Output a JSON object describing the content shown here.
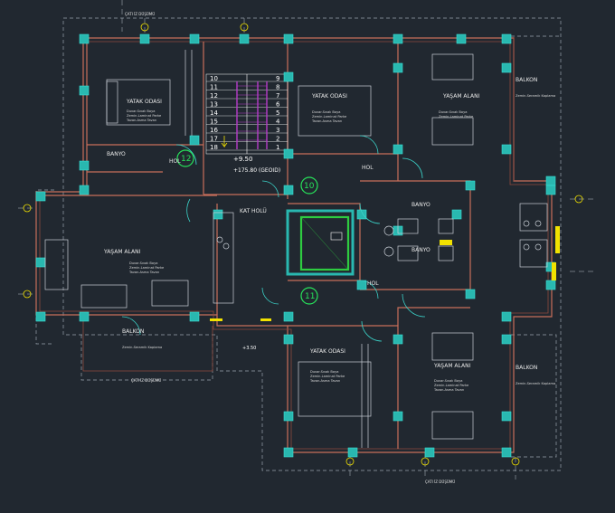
{
  "roof_label": "ÇATI İZ DÜŞÜMÜ",
  "rooms": {
    "yatak_odasi": "YATAK ODASI",
    "yasam_alani": "YAŞAM ALANI",
    "balkon": "BALKON",
    "banyo": "BANYO",
    "hol": "HOL",
    "kat_holu": "KAT HOLÜ"
  },
  "room_notes": {
    "finish_floor": "Duvar.Sıvalı Boya",
    "finish_wall": "Zemin.Laminat Parke",
    "finish_ceiling": "Tavan.Asma Tavan",
    "finish_tile": "Zemin.Seramik Kaplama"
  },
  "stair": {
    "left_numbers": [
      "10",
      "11",
      "12",
      "13",
      "14",
      "15",
      "16",
      "17",
      "18"
    ],
    "right_numbers": [
      "9",
      "8",
      "7",
      "6",
      "5",
      "4",
      "3",
      "2",
      "1"
    ]
  },
  "levels": {
    "level_1": "+9.50",
    "level_2": "+175.80 (GEOID)",
    "level_3": "+3.50"
  },
  "units": [
    "10",
    "11",
    "12"
  ],
  "colors": {
    "background": "#212830",
    "wall": "#c86e5a",
    "column": "#29b8b0",
    "stair": "#b43cc8",
    "elevator": "#2ecc40",
    "unit_marker": "#27e35a",
    "yellow": "#f2e200"
  }
}
